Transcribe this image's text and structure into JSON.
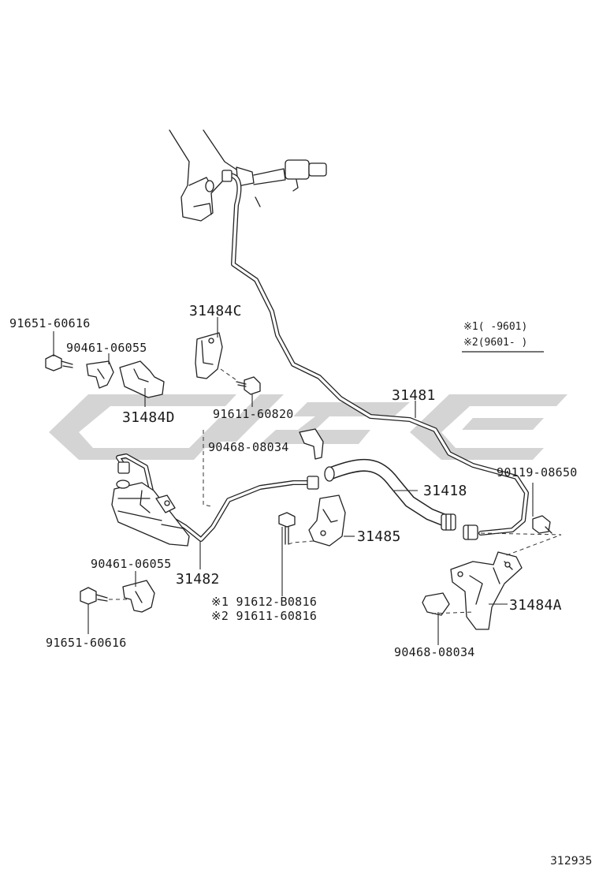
{
  "diagram": {
    "note": {
      "line1": "※1(   -9601)",
      "line2": "※2(9601-   )"
    },
    "labels": {
      "p31484C": "31484C",
      "p31481": "31481",
      "p91651_top": "91651-60616",
      "p90461_top": "90461-06055",
      "p31484D": "31484D",
      "p91611_60820": "91611-60820",
      "p90468_mid": "90468-08034",
      "p90119": "90119-08650",
      "p31418": "31418",
      "p31485": "31485",
      "p31484A": "31484A",
      "p31482": "31482",
      "p90461_bottom": "90461-06055",
      "p91651_bottom": "91651-60616",
      "p91612_line": "※1 91612-B0816",
      "p91611_60816_line": "※2 91611-60816",
      "p90468_bottom": "90468-08034"
    },
    "diagram_id": "312935",
    "watermark_color": "#d4d4d4",
    "line_color": "#222222"
  }
}
